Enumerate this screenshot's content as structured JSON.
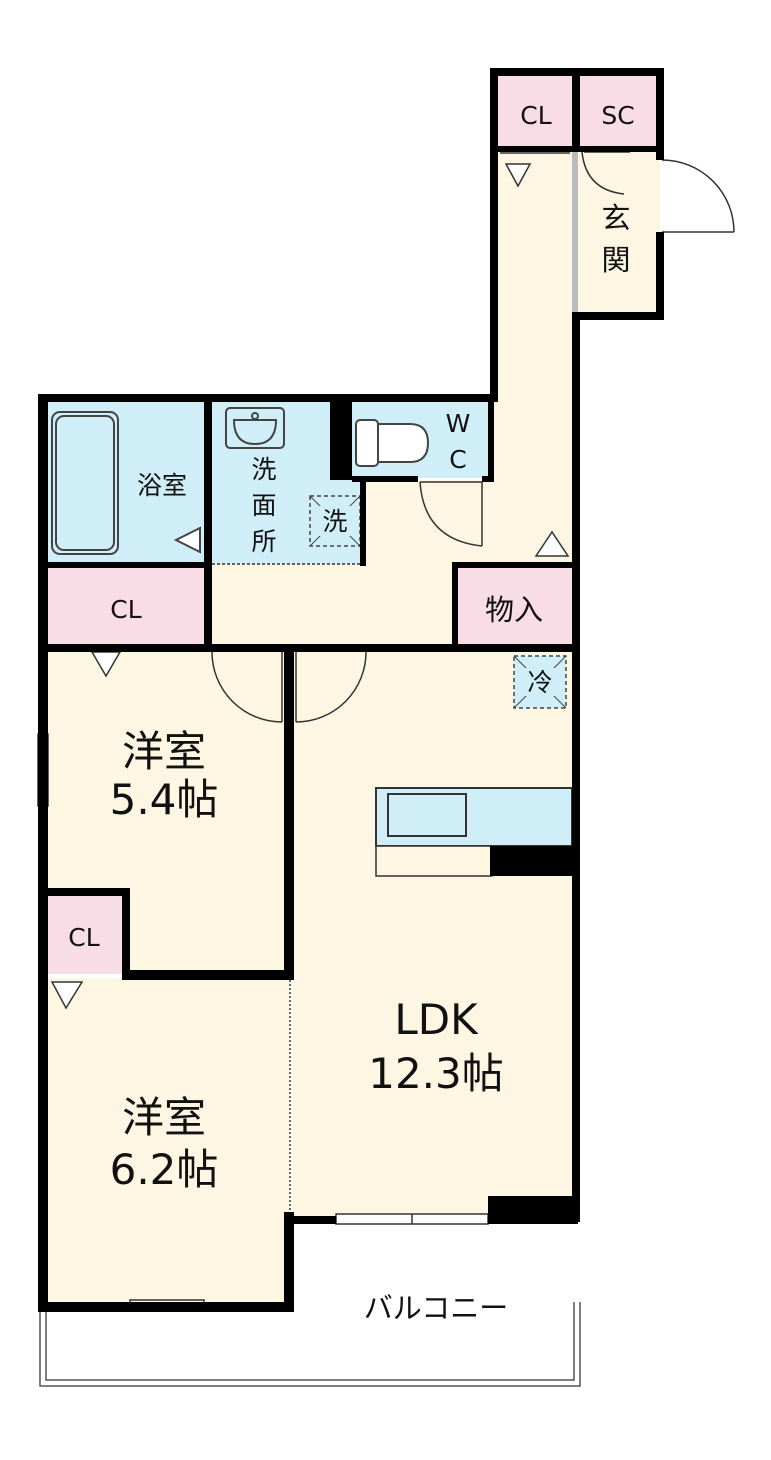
{
  "rooms": {
    "cl_entry": "CL",
    "sc": "SC",
    "genkan": [
      "玄",
      "関"
    ],
    "wc": [
      "W",
      "C"
    ],
    "bath": "浴室",
    "washroom": [
      "洗",
      "面",
      "所"
    ],
    "washer": "洗",
    "storage": "物入",
    "fridge": "冷",
    "cl_west": "CL",
    "room1_name": "洋室",
    "room1_size": "5.4帖",
    "cl_room2": "CL",
    "room2_name": "洋室",
    "room2_size": "6.2帖",
    "ldk_name": "LDK",
    "ldk_size": "12.3帖",
    "balcony": "バルコニー"
  },
  "colors": {
    "floor": "#fdf6e3",
    "wet": "#cfeef8",
    "closet": "#f9dde6",
    "wall": "#000000"
  }
}
